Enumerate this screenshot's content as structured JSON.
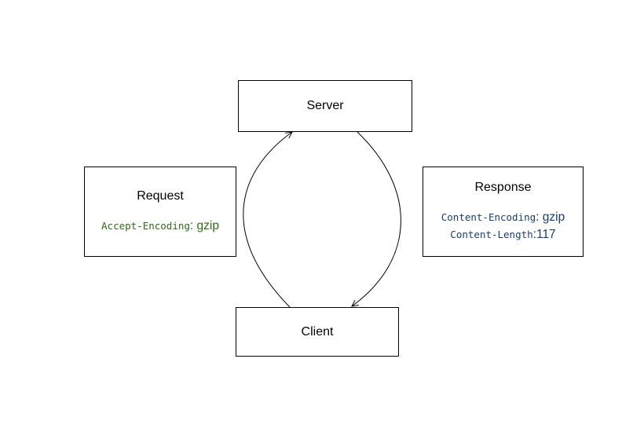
{
  "nodes": {
    "server": {
      "label": "Server"
    },
    "client": {
      "label": "Client"
    },
    "request": {
      "title": "Request",
      "headers": [
        {
          "name": "Accept-Encoding",
          "value": " gzip"
        }
      ]
    },
    "response": {
      "title": "Response",
      "headers": [
        {
          "name": "Content-Encoding",
          "value": " gzip"
        },
        {
          "name": "Content-Length",
          "value": "117"
        }
      ]
    }
  },
  "colors": {
    "request_header": "#2e6b12",
    "response_header": "#1b3f6b",
    "line": "#000000"
  },
  "connections": [
    {
      "from": "client",
      "to": "server",
      "kind": "request-arrow"
    },
    {
      "from": "server",
      "to": "client",
      "kind": "response-arrow"
    }
  ]
}
